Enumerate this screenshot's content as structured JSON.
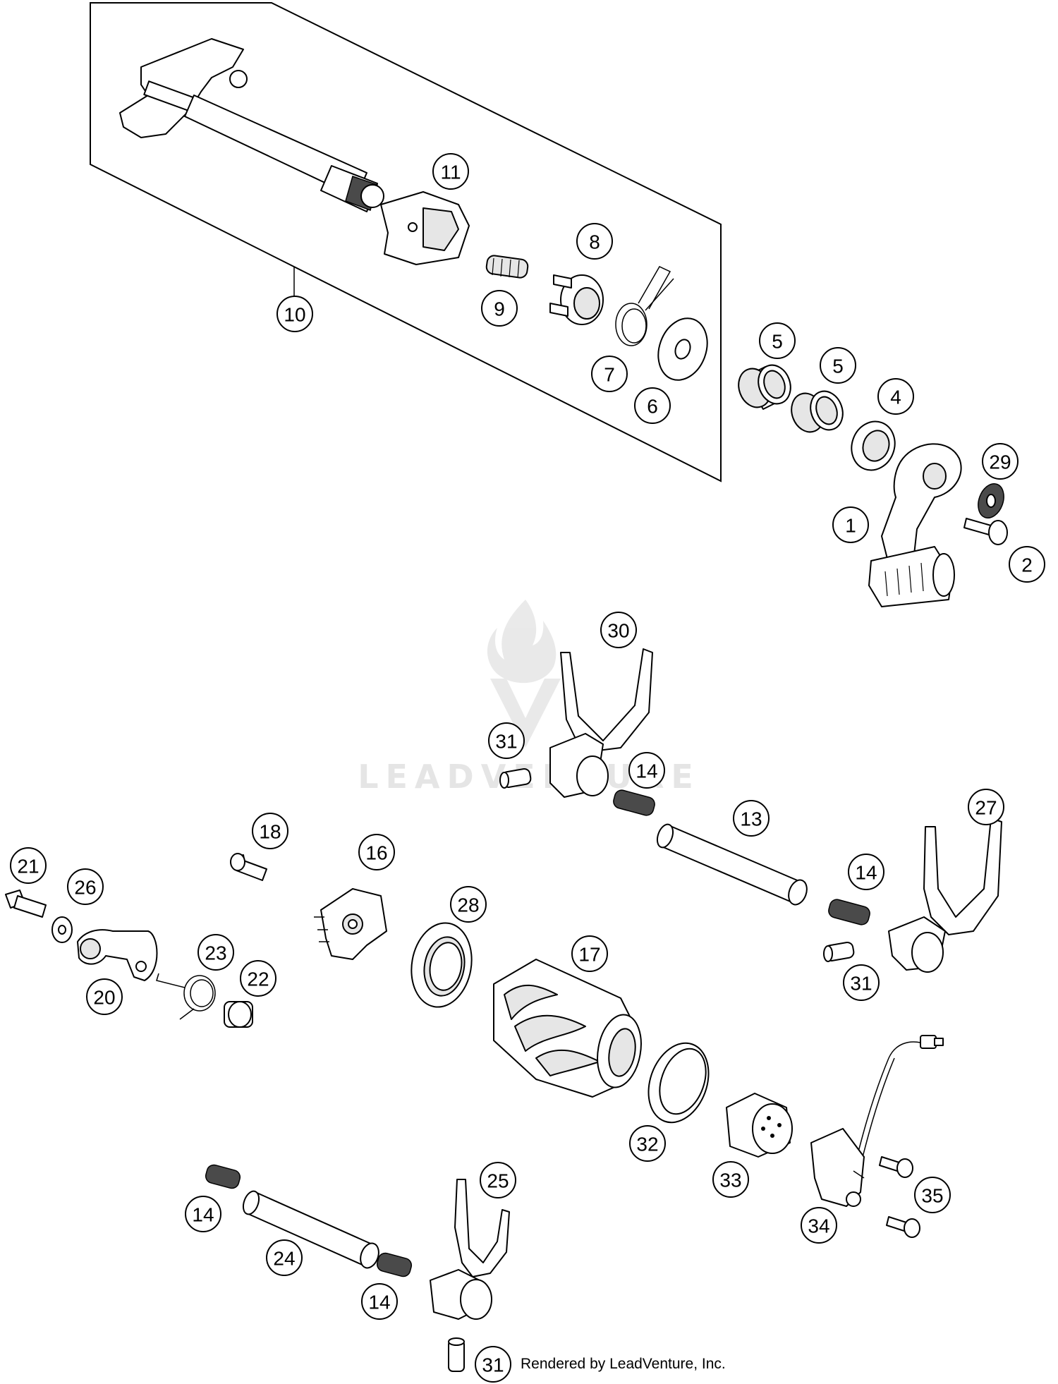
{
  "watermark": {
    "text": "LEADVENTURE"
  },
  "footer": {
    "credit": "Rendered by LeadVenture, Inc."
  },
  "callouts": [
    {
      "id": "c10",
      "label": "10"
    },
    {
      "id": "c11",
      "label": "11"
    },
    {
      "id": "c8",
      "label": "8"
    },
    {
      "id": "c9",
      "label": "9"
    },
    {
      "id": "c7",
      "label": "7"
    },
    {
      "id": "c6",
      "label": "6"
    },
    {
      "id": "c5a",
      "label": "5"
    },
    {
      "id": "c5b",
      "label": "5"
    },
    {
      "id": "c4",
      "label": "4"
    },
    {
      "id": "c29",
      "label": "29"
    },
    {
      "id": "c1",
      "label": "1"
    },
    {
      "id": "c2",
      "label": "2"
    },
    {
      "id": "c30",
      "label": "30"
    },
    {
      "id": "c31a",
      "label": "31"
    },
    {
      "id": "c14a",
      "label": "14"
    },
    {
      "id": "c13",
      "label": "13"
    },
    {
      "id": "c27",
      "label": "27"
    },
    {
      "id": "c14b",
      "label": "14"
    },
    {
      "id": "c31b",
      "label": "31"
    },
    {
      "id": "c18",
      "label": "18"
    },
    {
      "id": "c16",
      "label": "16"
    },
    {
      "id": "c21",
      "label": "21"
    },
    {
      "id": "c26",
      "label": "26"
    },
    {
      "id": "c28",
      "label": "28"
    },
    {
      "id": "c17",
      "label": "17"
    },
    {
      "id": "c23",
      "label": "23"
    },
    {
      "id": "c22",
      "label": "22"
    },
    {
      "id": "c20",
      "label": "20"
    },
    {
      "id": "c32",
      "label": "32"
    },
    {
      "id": "c33",
      "label": "33"
    },
    {
      "id": "c34",
      "label": "34"
    },
    {
      "id": "c35",
      "label": "35"
    },
    {
      "id": "c25",
      "label": "25"
    },
    {
      "id": "c14c",
      "label": "14"
    },
    {
      "id": "c24",
      "label": "24"
    },
    {
      "id": "c14d",
      "label": "14"
    },
    {
      "id": "c31c",
      "label": "31"
    }
  ]
}
